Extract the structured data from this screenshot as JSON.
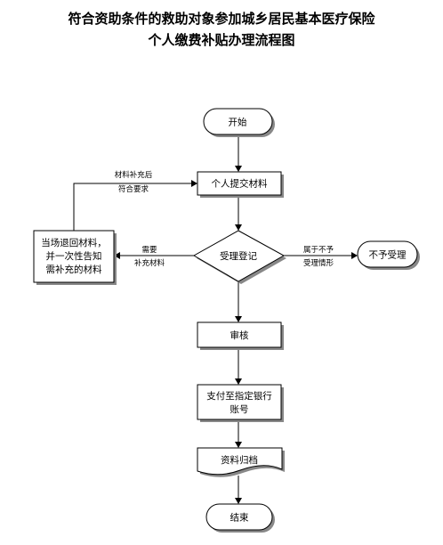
{
  "title": {
    "line1": "符合资助条件的救助对象参加城乡居民基本医疗保险",
    "line2": "个人缴费补贴办理流程图"
  },
  "nodes": {
    "start": "开始",
    "submit": "个人提交材料",
    "register": "受理登记",
    "reject": "不予受理",
    "return_line1": "当场退回材料，",
    "return_line2": "并一次性告知",
    "return_line3": "需补充的材料",
    "review": "审核",
    "pay_line1": "支付至指定银行",
    "pay_line2": "账号",
    "archive": "资料归档",
    "end": "结束"
  },
  "edge_labels": {
    "resupply_line1": "材料补充后",
    "resupply_line2": "符合要求",
    "need_line1": "需要",
    "need_line2": "补充材料",
    "reject_line1": "属于不予",
    "reject_line2": "受理情形"
  }
}
